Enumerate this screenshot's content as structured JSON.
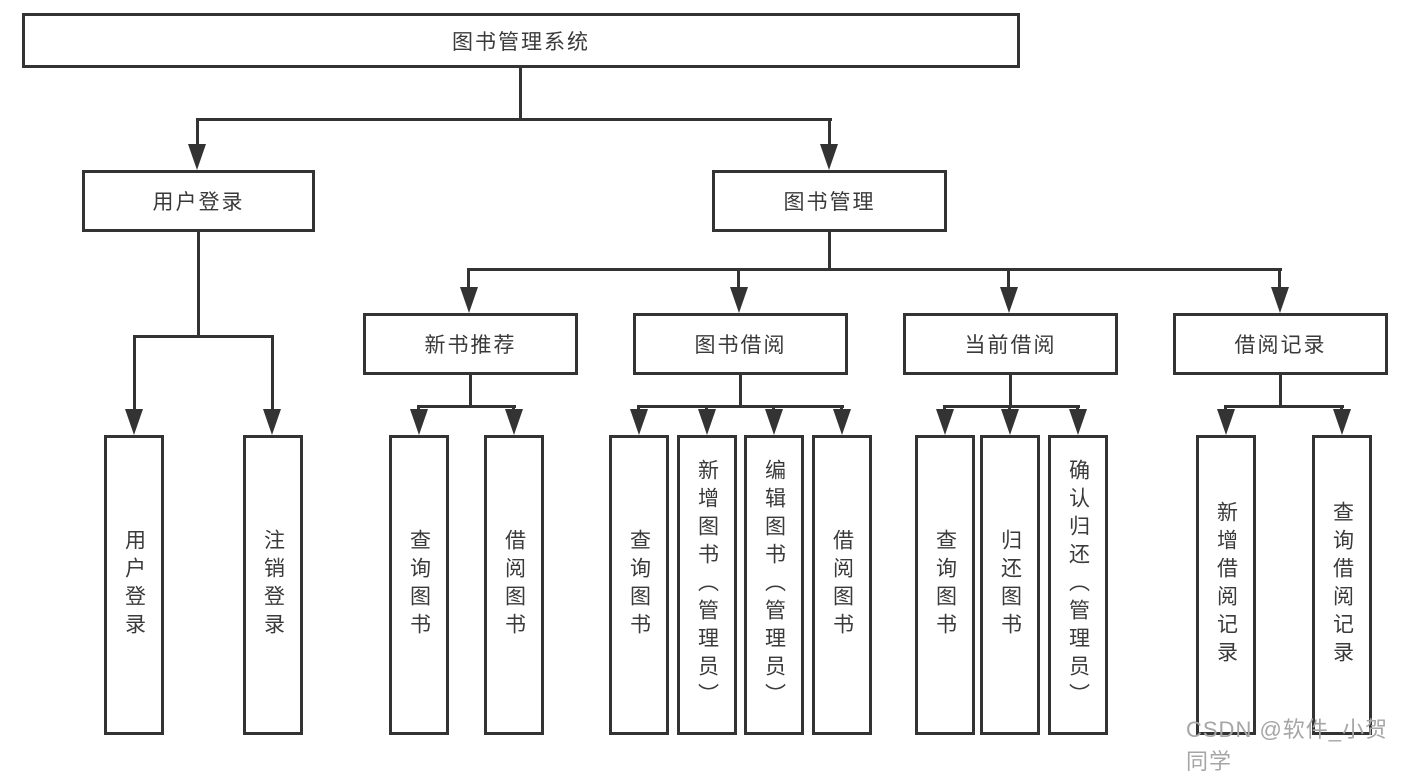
{
  "diagram": {
    "root": "图书管理系统",
    "level2": [
      "用户登录",
      "图书管理"
    ],
    "level3": [
      "新书推荐",
      "图书借阅",
      "当前借阅",
      "借阅记录"
    ],
    "leaves": {
      "user_login": [
        "用户登录",
        "注销登录"
      ],
      "new_book_recommend": [
        "查询图书",
        "借阅图书"
      ],
      "book_borrow": [
        "查询图书",
        "新增图书（管理员）",
        "编辑图书（管理员）",
        "借阅图书"
      ],
      "current_borrow": [
        "查询图书",
        "归还图书",
        "确认归还（管理员）"
      ],
      "borrow_records": [
        "新增借阅记录",
        "查询借阅记录"
      ]
    }
  },
  "watermark": "CSDN @软件_小贺同学",
  "colors": {
    "line": "#333333",
    "text": "#3a3a3a",
    "watermark": "#a6a6a6",
    "background": "#ffffff"
  }
}
